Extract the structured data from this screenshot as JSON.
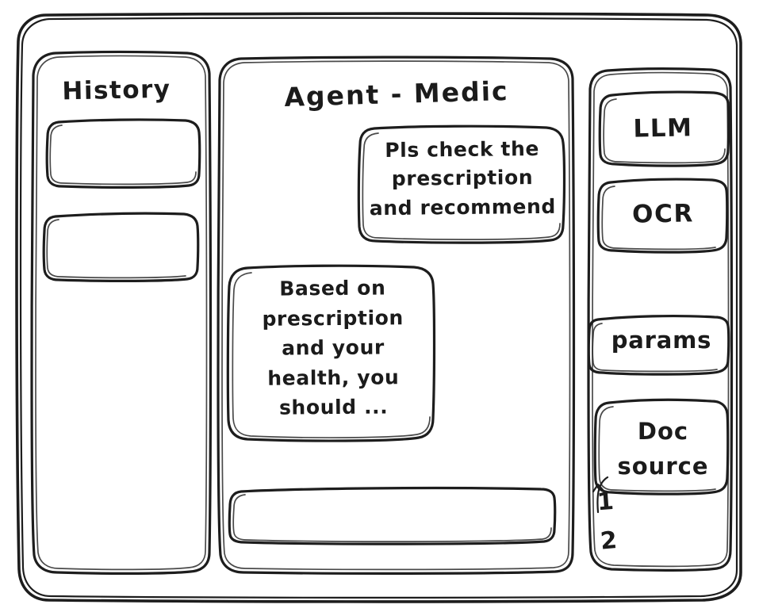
{
  "window": {
    "name": "agent-mockup-window"
  },
  "sidebar_left": {
    "title": "History",
    "items": [
      {
        "label": "",
        "name": "history-item-1"
      },
      {
        "label": "",
        "name": "history-item-2"
      }
    ]
  },
  "main": {
    "title": "Agent - Medic",
    "messages": [
      {
        "role": "user",
        "text": "Pls check the\nprescription\nand recommend"
      },
      {
        "role": "assistant",
        "text": "Based on\nprescription\nand your\nhealth, you\nshould ..."
      }
    ],
    "composer": {
      "value": "",
      "placeholder": ""
    }
  },
  "sidebar_right": {
    "tools": [
      {
        "label": "LLM",
        "name": "tool-llm"
      },
      {
        "label": "OCR",
        "name": "tool-ocr"
      }
    ],
    "config": [
      {
        "label": "params",
        "name": "config-params"
      },
      {
        "label": "Doc\nsource",
        "name": "config-doc-source"
      }
    ],
    "annotations": [
      {
        "label": "1",
        "name": "annotation-1"
      },
      {
        "label": "2",
        "name": "annotation-2"
      }
    ]
  },
  "style": {
    "ink_color": "#1d1d1d",
    "paper_color": "#ffffff"
  }
}
